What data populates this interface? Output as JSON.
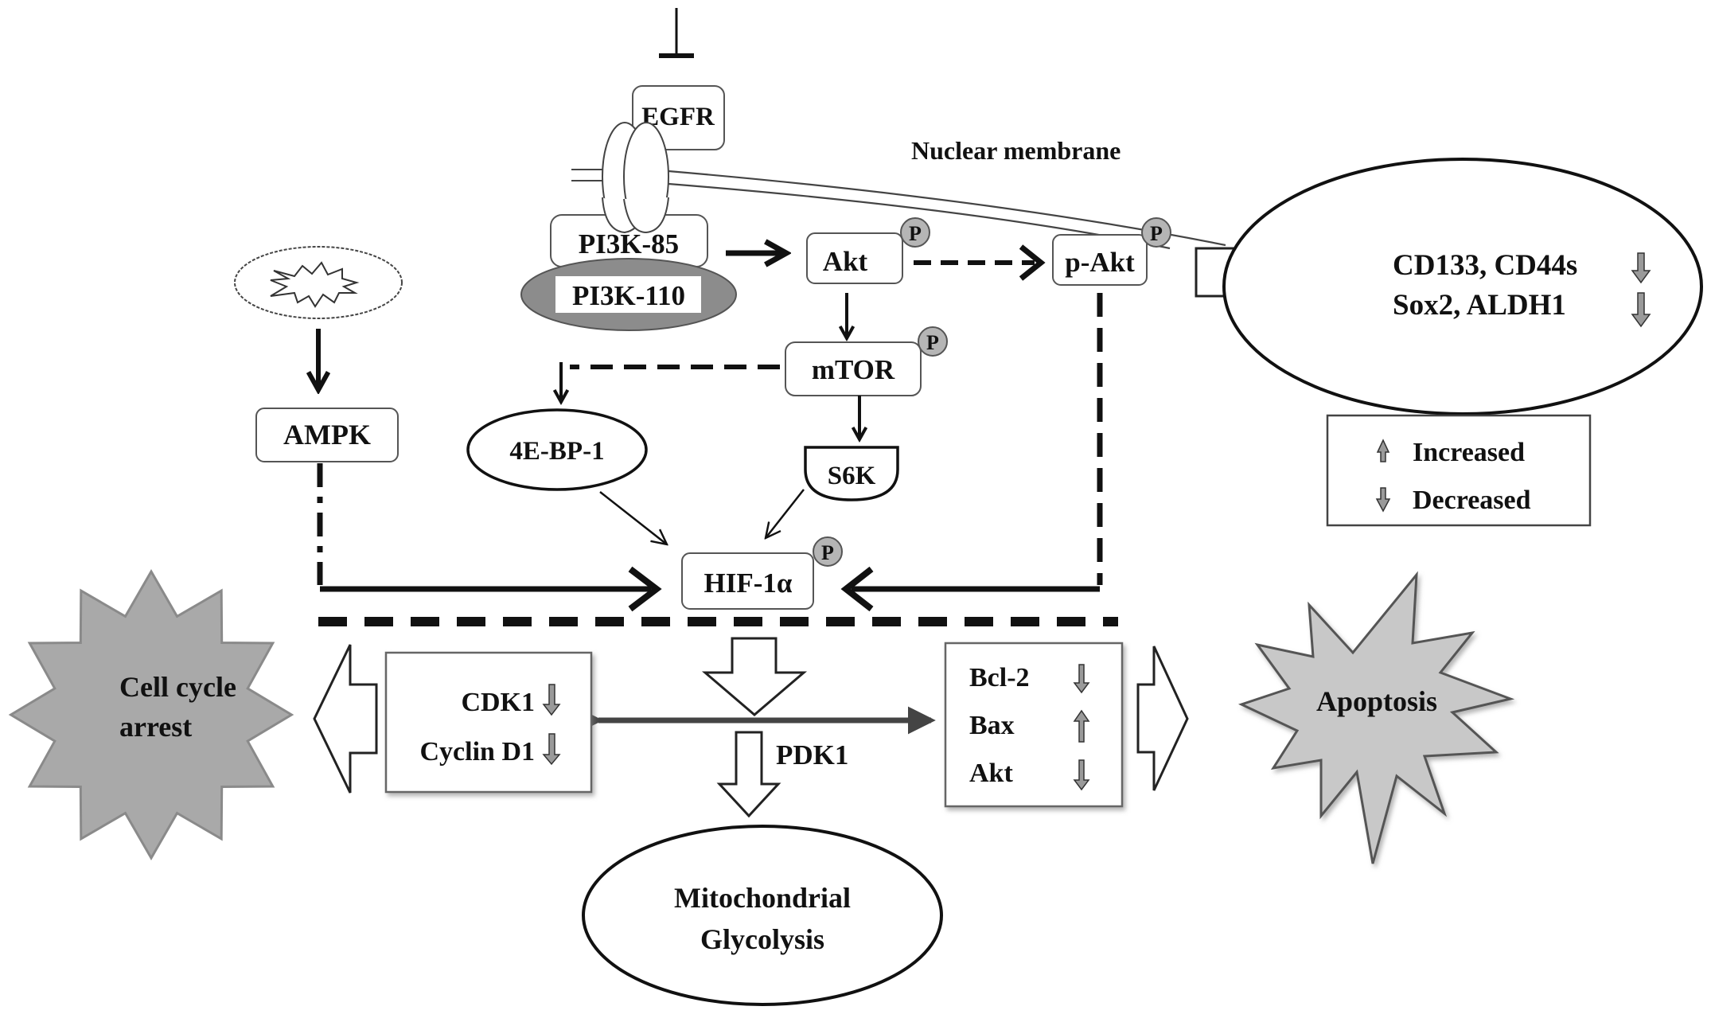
{
  "diagram": {
    "nodes": {
      "egfr": "EGFR",
      "pi3k85": "PI3K-85",
      "pi3k110": "PI3K-110",
      "akt": "Akt",
      "pakt": "p-Akt",
      "mtor": "mTOR",
      "ebp1": "4E-BP-1",
      "s6k": "S6K",
      "hif": "HIF-1α",
      "ampk": "AMPK",
      "phospho": "P",
      "pdk1": "PDK1"
    },
    "nuclear_membrane_label": "Nuclear membrane",
    "stem_markers": {
      "line1": "CD133, CD44s",
      "line1_change": "decreased",
      "line2": "Sox2,  ALDH1",
      "line2_change": "decreased"
    },
    "legend": {
      "increased": "Increased",
      "decreased": "Decreased"
    },
    "cell_cycle": {
      "outcome_line1": "Cell cycle",
      "outcome_line2": "arrest",
      "markers": [
        {
          "name": "CDK1",
          "change": "decreased"
        },
        {
          "name": "Cyclin D1",
          "change": "decreased"
        }
      ]
    },
    "apoptosis": {
      "outcome": "Apoptosis",
      "markers": [
        {
          "name": "Bcl-2",
          "change": "decreased"
        },
        {
          "name": "Bax",
          "change": "increased"
        },
        {
          "name": "Akt",
          "change": "decreased"
        }
      ]
    },
    "metabolism": {
      "line1": "Mitochondrial",
      "line2": "Glycolysis"
    },
    "colors": {
      "ink": "#111111",
      "gray_fill": "#a9a9a9",
      "light_gray_fill": "#c8c8c8",
      "phospho_fill": "#b5b5b5",
      "pi3k110_fill": "#8c8c8c"
    }
  }
}
